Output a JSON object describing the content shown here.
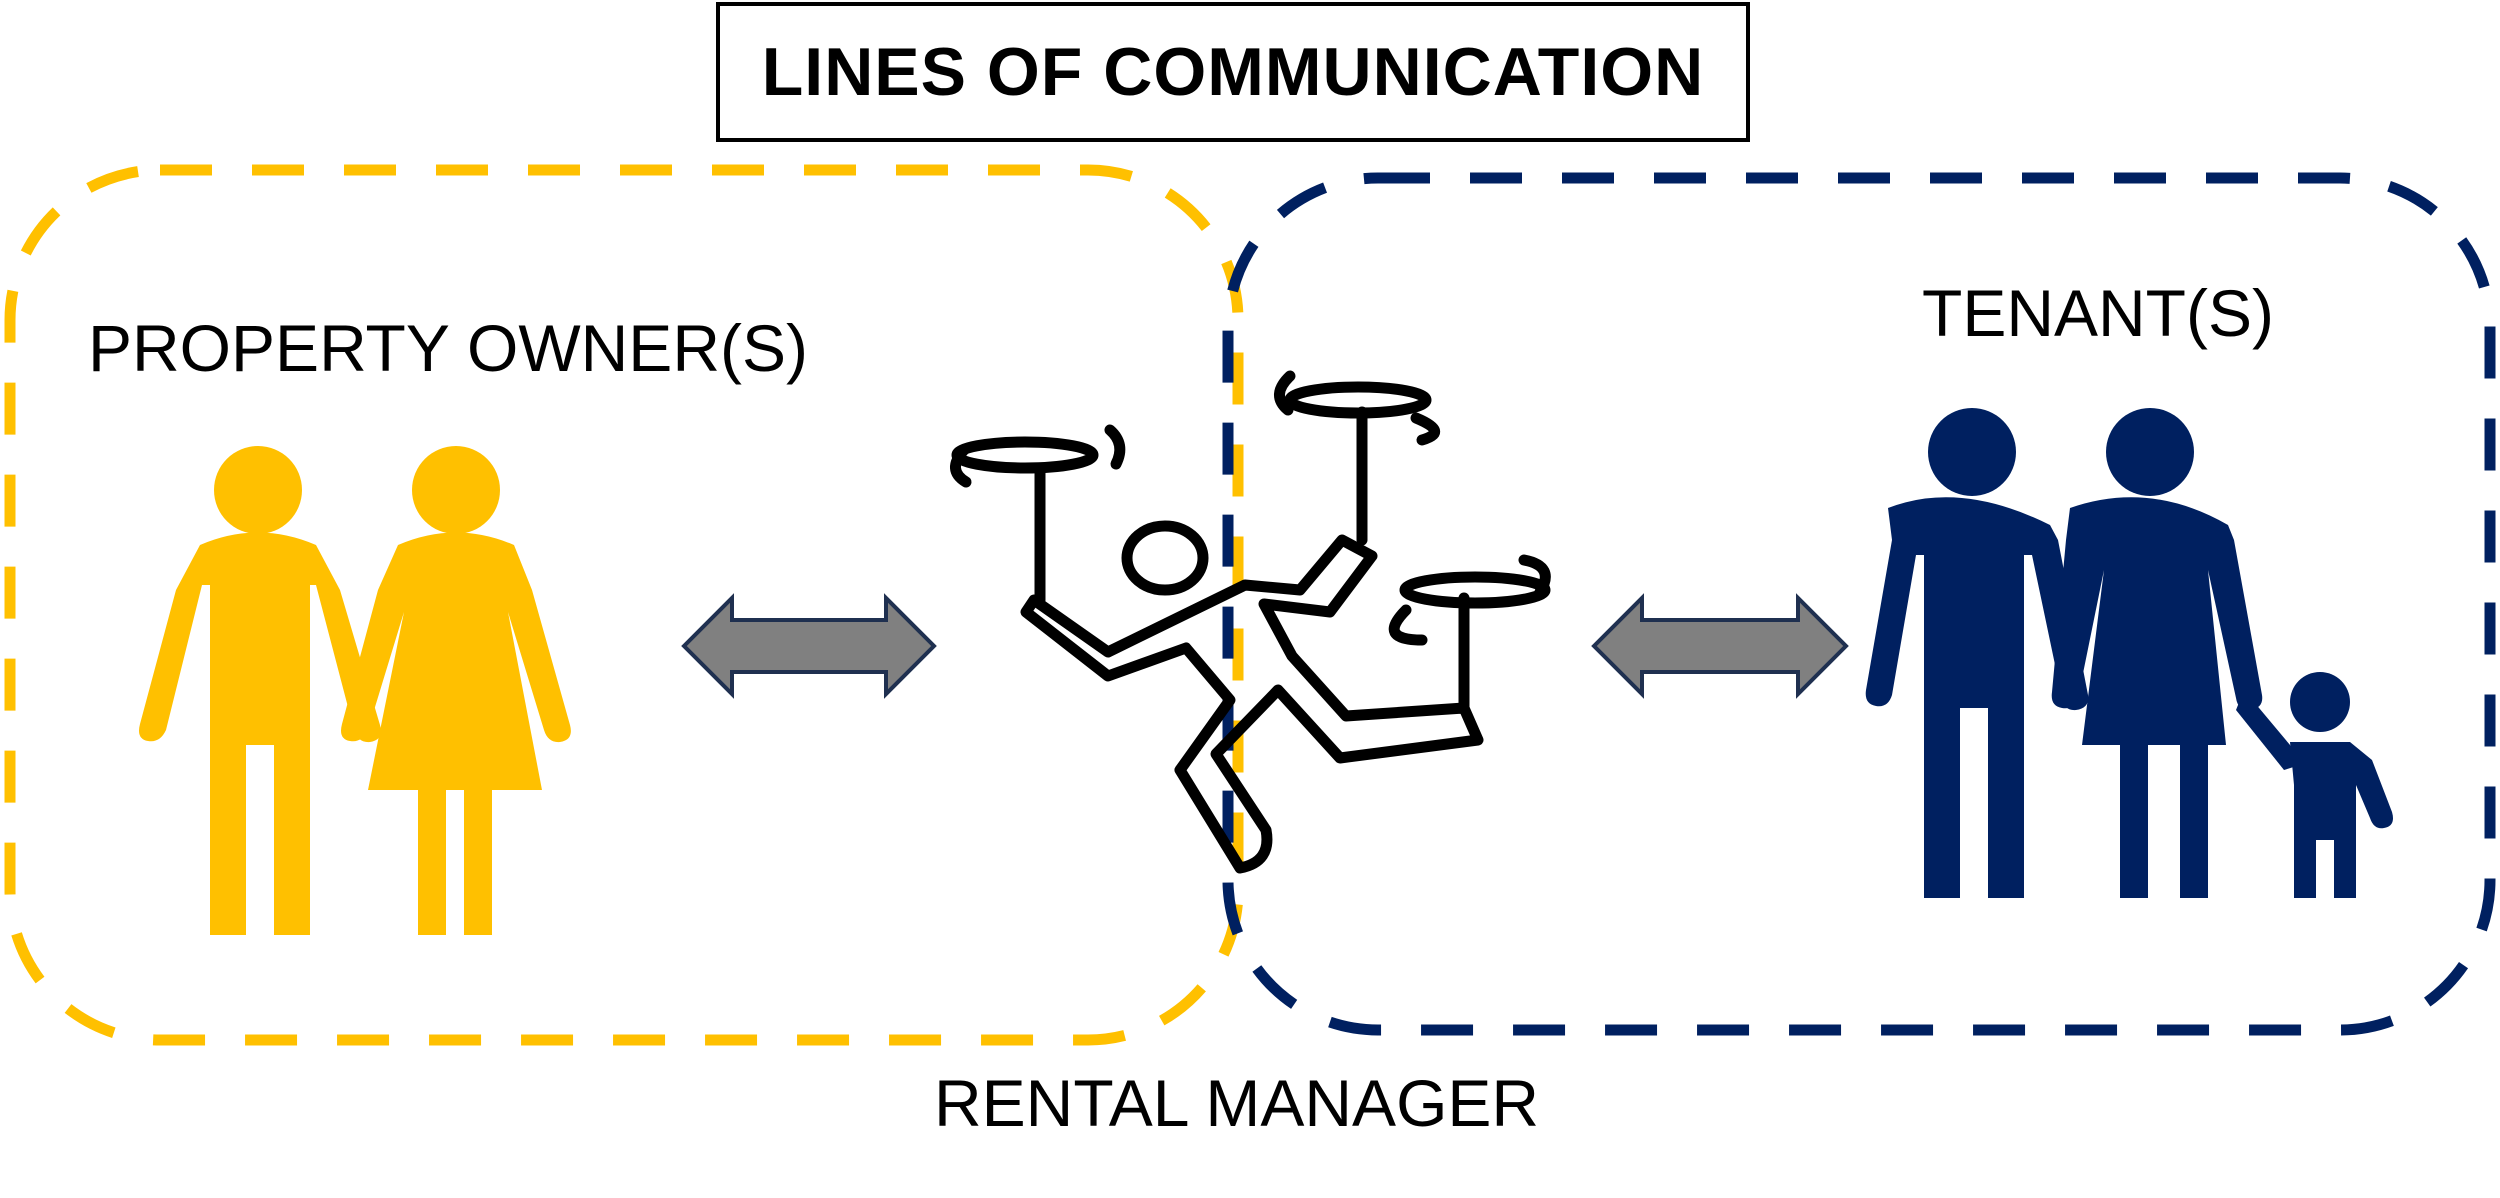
{
  "title": "LINES OF COMMUNICATION",
  "groups": {
    "owners": {
      "label": "PROPERTY OWNER(S)",
      "color": "#FFC000"
    },
    "tenants": {
      "label": "TENANT(S)",
      "color": "#002060"
    }
  },
  "manager": {
    "label": "RENTAL MANAGER"
  },
  "arrows": {
    "color": "#808080",
    "outline": "#1F3050"
  },
  "icons": {
    "owners": "couple-icon",
    "tenants": "family-icon",
    "manager": "plate-juggler-icon",
    "arrow": "double-arrow-icon"
  }
}
